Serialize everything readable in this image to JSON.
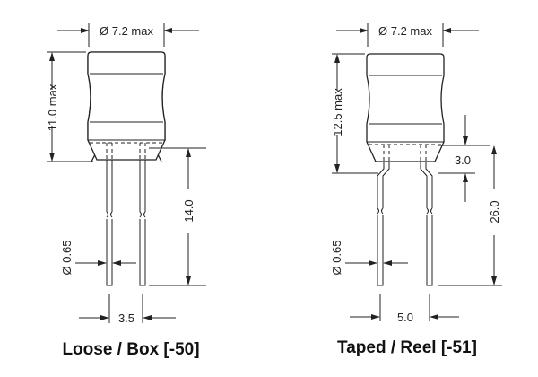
{
  "diagrams": [
    {
      "caption": "Loose / Box [-50]",
      "dimensions": {
        "diameter": "Ø 7.2 max",
        "height": "11.0 max",
        "lead_length": "14.0",
        "lead_diameter": "Ø 0.65",
        "lead_spacing": "3.5"
      }
    },
    {
      "caption": "Taped / Reel [-51]",
      "dimensions": {
        "diameter": "Ø 7.2 max",
        "height": "12.5 max",
        "kink_offset": "3.0",
        "lead_length": "26.0",
        "lead_diameter": "Ø 0.65",
        "lead_spacing": "5.0"
      }
    }
  ]
}
